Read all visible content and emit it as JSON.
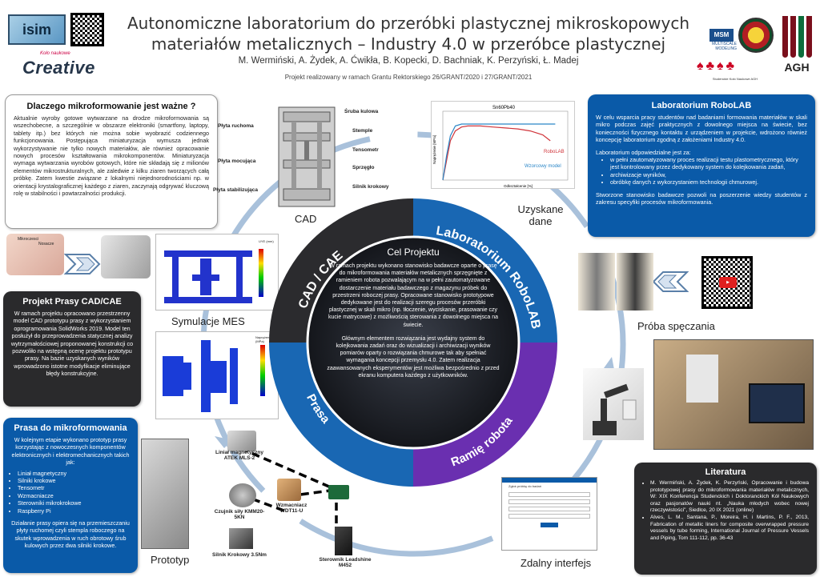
{
  "header": {
    "title": "Autonomiczne laboratorium do przeróbki plastycznej mikroskopowych materiałów metalicznych – Industry 4.0 w przeróbce plastycznej",
    "authors": "M. Wermiński, A. Żydek,  A. Ćwikła, B. Kopecki, D. Bachniak, K. Perzyński, Ł. Madej",
    "grant": "Projekt realizowany w ramach Grantu Rektorskiego 26/GRANT/2020 i 27/GRANT/2021",
    "logo_isim": "isim",
    "logo_creative_small": "Koło naukowe",
    "logo_creative": "Creative",
    "logo_msm_box": "MSM",
    "logo_msm_text": "MULTISCALE MODELING",
    "logo_dance": "Studenckie Koło Naukowe AGH",
    "logo_agh": "AGH"
  },
  "why": {
    "title": "Dlaczego mikroformowanie jest ważne ?",
    "body": "Aktualnie wyroby gotowe wytwarzane na drodze mikroformowania są wszechobecne, a szczególnie w obszarze elektroniki (smartfony, laptopy, tablety itp.) bez których nie można sobie wyobrazić codziennego funkcjonowania. Postępująca miniaturyzacja wymusza jednak wykorzystywanie nie tylko nowych materiałów, ale również opracowanie nowych procesów kształtowania mikrokomponentów. Miniaturyzacja wymaga wytwarzania wyrobów gotowych, które nie składają się z milionów elementów mikrostrukturalnych, ale zaledwie z kilku ziaren tworzących całą próbkę. Zatem kwestie związane z lokalnymi niejednorodnościami np. w orientacji krystalograficznej każdego z ziaren, zaczynają odgrywać kluczową rolę w stabilności i powtarzalności produkcji."
  },
  "cad_labels": {
    "sruba": "Śruba kulowa",
    "ruchoma": "Płyta ruchoma",
    "stemple": "Stemple",
    "tensometr": "Tensometr",
    "mocujaca": "Płyta mocująca",
    "sprzeglo": "Sprzęgło",
    "silnik": "Silnik krokowy",
    "stabilizujaca": "Płyta stabilizująca",
    "caption": "CAD"
  },
  "phone_labels": {
    "a": "Mikroczesci",
    "b": "Nosacze"
  },
  "fem": {
    "caption": "Symulacje MES",
    "legend1_title": "UYE (mm)",
    "legend2_title": "Naprężenie (MPa)"
  },
  "cadcae": {
    "title": "Projekt Prasy CAD/CAE",
    "body": "W ramach projektu opracowano przestrzenny model CAD prototypu prasy z wykorzystaniem oprogramowania SolidWorks 2019. Model ten posłużył do przeprowadzenia statycznej analizy wytrzymałościowej proponowanej konstrukcji co pozwoliło na wstępną ocenę projektu prototypu prasy. Na bazie uzyskanych wyników wprowadzono istotne modyfikacje eliminujące błędy konstrukcyjne."
  },
  "press": {
    "title": "Prasa do mikroformowania",
    "intro": "W kolejnym etapie wykonano prototyp prasy korzystając z nowoczesnych komponentów elektronicznych i elektromechanicznych takich jak:",
    "items": [
      "Liniał magnetyczny",
      "Silniki krokowe",
      "Tensometr",
      "Wzmacniacze",
      "Sterowniki mikrokrokowe",
      "Raspberry Pi"
    ],
    "outro": "Działanie prasy opiera się na przemieszczaniu płyty ruchomej czyli stempla roboczego na skutek wprowadzenia w ruch obrotowy śrub kulowych przez dwa silniki krokowe."
  },
  "prototype": {
    "caption": "Prototyp",
    "linial": "Liniał magnetyczny ATEK MLS-2",
    "czujnik": "Czujnik siły KMM20-5KN",
    "wzmacniacz": "Wzmacniacz WDT11-U",
    "silnik": "Silnik Krokowy 3.5Nm",
    "sterownik": "Sterownik Leadshine M452"
  },
  "center": {
    "title": "Cel Projektu",
    "p1": "W ramach projektu wykonano stanowisko badawcze oparte o prasę do mikroformowania materiałów metalicznych sprzęgnięte z ramieniem robota pozwalającym na w pełni zautomatyzowane dostarczenie materiału badawczego z magazynu próbek do przestrzeni roboczej prasy. Opracowane stanowisko prototypowe dedykowane jest do realizacji szeregu procesów przeróbki plastycznej w skali mikro (np. tłoczenie, wyciskanie, prasowanie czy kucie matrycowe) z możliwością sterowania z dowolnego miejsca na świecie.",
    "p2": "Głównym elementem rozwiązania jest wydajny system do kolejkowania zadań oraz do wizualizacji i archiwizacji wyników pomiarów oparty o rozwiązania chmurowe tak aby spełniać wymagania koncepcji przemysłu 4.0. Zatem realizacja zaawansowanych eksperymentów jest możliwa bezpośrednio z przed ekranu komputera każdego z użytkowników.",
    "ring_cad": "CAD / CAE",
    "ring_robolab": "Laboratorium RoboLAB",
    "ring_ramie": "Ramię robota",
    "ring_prasa": "Prasa"
  },
  "chart_data": {
    "type": "line",
    "title": "Sn60Pb40",
    "xlabel": "Odkształcenie [%]",
    "ylabel": "Naprężenie [MPa]",
    "series": [
      {
        "name": "RoboLAB",
        "color": "#d0343a",
        "x": [
          0,
          0.3,
          0.6,
          1.0,
          1.5,
          2,
          3,
          4,
          5,
          6,
          7,
          8,
          8.6
        ],
        "y": [
          0,
          20,
          40,
          50,
          54,
          55,
          55,
          54,
          53,
          52,
          50,
          46,
          40
        ]
      },
      {
        "name": "Wzorcowy model",
        "color": "#2a86c7",
        "x": [
          0,
          0.3,
          0.6,
          1.0,
          1.5,
          2,
          3,
          4,
          5,
          6,
          7,
          8,
          9
        ],
        "y": [
          0,
          25,
          45,
          55,
          57,
          57,
          57,
          57,
          57,
          57,
          57,
          57,
          57
        ]
      }
    ]
  },
  "results": {
    "caption": "Uzyskane dane"
  },
  "robolab": {
    "title": "Laboratorium RoboLAB",
    "intro": "W celu wsparcia pracy studentów nad badaniami formowania materiałów w skali mikro podczas zajęć praktycznych z dowolnego miejsca na świecie, bez konieczności fizycznego kontaktu z urządzeniem w projekcie, wdrożono również koncepcję laboratorium zgodną z założeniami Industry 4.0.",
    "resp": "Laboratorium odpowiedzialne jest za:",
    "items": [
      "w pełni zautomatyzowany proces realizacji testu plastometrycznego, który jest kontrolowany przez dedykowany system do kolejkowania zadań,",
      "archiwizacje wyników,",
      "obróbkę danych z wykorzystaniem technologii chmurowej."
    ],
    "outro": "Stworzone stanowisko badawcze pozwoli na poszerzenie wiedzy studentów z zakresu specyfiki procesów mikroformowania."
  },
  "compress": {
    "caption": "Próba spęczania"
  },
  "remote": {
    "caption": "Zdalny interfejs",
    "form_title": "Zgłoś próbkę do badań"
  },
  "literature": {
    "title": "Literatura",
    "items": [
      "M. Wermiński, A. Żydek, K. Perzyński, Opracowanie i budowa prototypowej prasy do mikroformowania materiałów metalicznych, W: XIX Konferencja Studenckich i Doktoranckich Kół Naukowych oraz pasjonatów nauki nt. „Nauka młodych wobec nowej rzeczywistości\", Siedlce, 20 IX 2021 (online)",
      "Alves, L. M., Santana, P., Moreira, H. i Martins, P. F., 2013, Fabrication of metallic liners for composite overwrapped pressure vessels by tube forming, International Journal of Pressure Vessels and Piping, Tom 111-112, pp. 36-43"
    ]
  },
  "colors": {
    "ring_dark": "#2b2b2e",
    "ring_blue": "#1967b3",
    "ring_purple": "#6a2fb0",
    "box_blue": "#0a5aa8",
    "box_dark": "#2a2a2c",
    "arrow": "#8aa3c2"
  }
}
